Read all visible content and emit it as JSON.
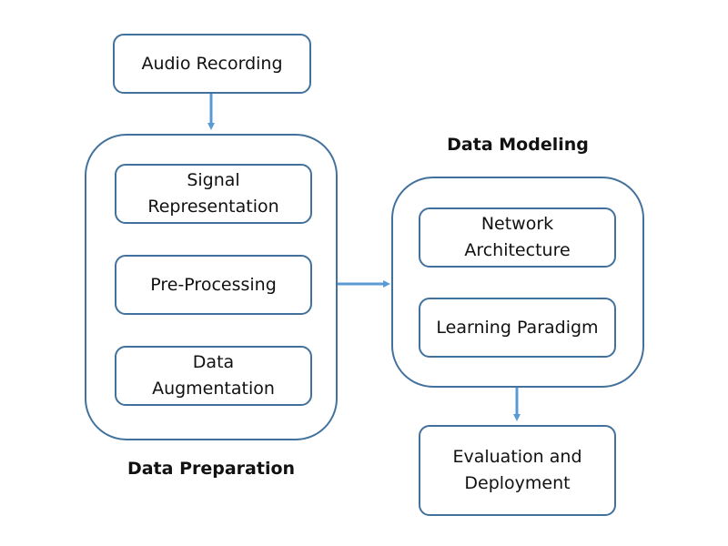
{
  "nodes": {
    "audio_recording": "Audio Recording",
    "signal_representation": "Signal\nRepresentation",
    "pre_processing": "Pre-Processing",
    "data_augmentation": "Data\nAugmentation",
    "network_architecture": "Network\nArchitecture",
    "learning_paradigm": "Learning Paradigm",
    "evaluation_deployment": "Evaluation and\nDeployment"
  },
  "groups": {
    "data_preparation": "Data Preparation",
    "data_modeling": "Data Modeling"
  },
  "colors": {
    "border": "#41719c",
    "arrow": "#5b9bd5"
  }
}
